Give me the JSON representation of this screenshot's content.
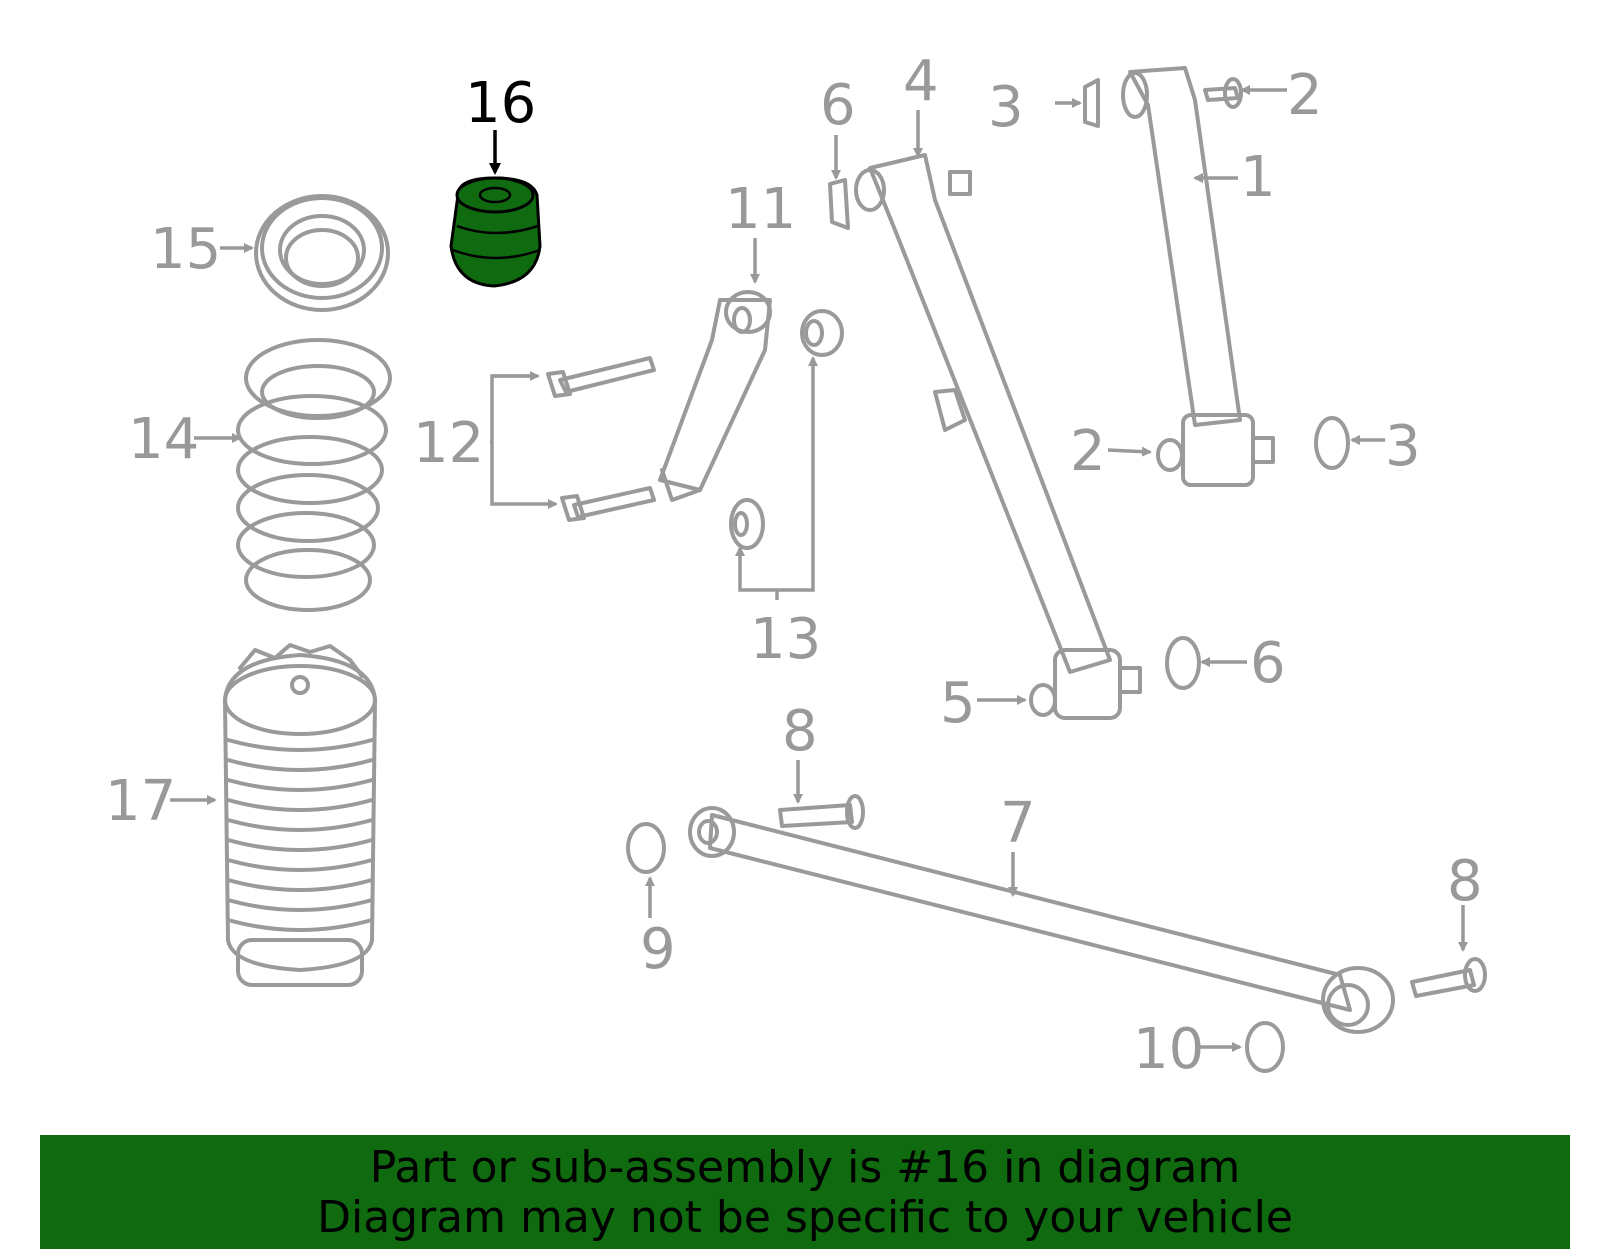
{
  "diagram": {
    "highlight_color": "#106a10",
    "callouts": {
      "c1": "1",
      "c2a": "2",
      "c2b": "2",
      "c3a": "3",
      "c3b": "3",
      "c4": "4",
      "c5": "5",
      "c6a": "6",
      "c6b": "6",
      "c7": "7",
      "c8a": "8",
      "c8b": "8",
      "c9": "9",
      "c10": "10",
      "c11": "11",
      "c12": "12",
      "c13": "13",
      "c14": "14",
      "c15": "15",
      "c16": "16",
      "c17": "17"
    }
  },
  "banner": {
    "line1": "Part or sub-assembly is #16 in diagram",
    "line2": "Diagram may not be specific to your vehicle",
    "background": "#106a10"
  }
}
